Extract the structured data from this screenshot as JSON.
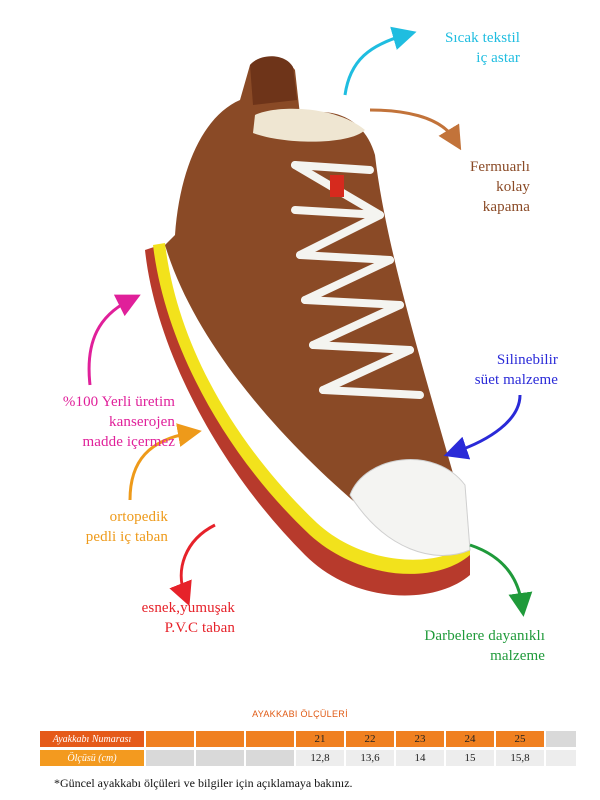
{
  "features": {
    "lining": [
      "Sıcak tekstil",
      "iç astar"
    ],
    "zipper": [
      "Fermuarlı",
      "kolay",
      "kapama"
    ],
    "suede": [
      "Silinebilir",
      "süet malzeme"
    ],
    "local": [
      "%100 Yerli üretim",
      "kanserojen",
      "madde içermez"
    ],
    "insole": [
      "ortopedik",
      "pedli iç taban"
    ],
    "sole": [
      "esnek,yumuşak",
      "P.V.C taban"
    ],
    "durable": [
      "Darbelere dayanıklı",
      "malzeme"
    ]
  },
  "colors": {
    "lining": "#1fbde0",
    "zipper": "#c2733a",
    "suede": "#2a2ad8",
    "local": "#e0209a",
    "insole": "#ee9a1a",
    "sole": "#e6222a",
    "durable": "#1f9a3a",
    "shoe_leather": "#8a4a26",
    "sole_yellow": "#f2e21c",
    "sole_red": "#b73a2c"
  },
  "size_chart": {
    "title": "AYAKKABI ÖLÇÜLERİ",
    "row1_label": "Ayakkabı Numarası",
    "row2_label": "Ölçüsü (cm)",
    "sizes": [
      "",
      "",
      "",
      "21",
      "22",
      "23",
      "24",
      "25"
    ],
    "lengths": [
      "",
      "",
      "",
      "12,8",
      "13,6",
      "14",
      "15",
      "15,8"
    ]
  },
  "note": "*Güncel ayakkabı ölçüleri ve bilgiler için açıklamaya bakınız."
}
